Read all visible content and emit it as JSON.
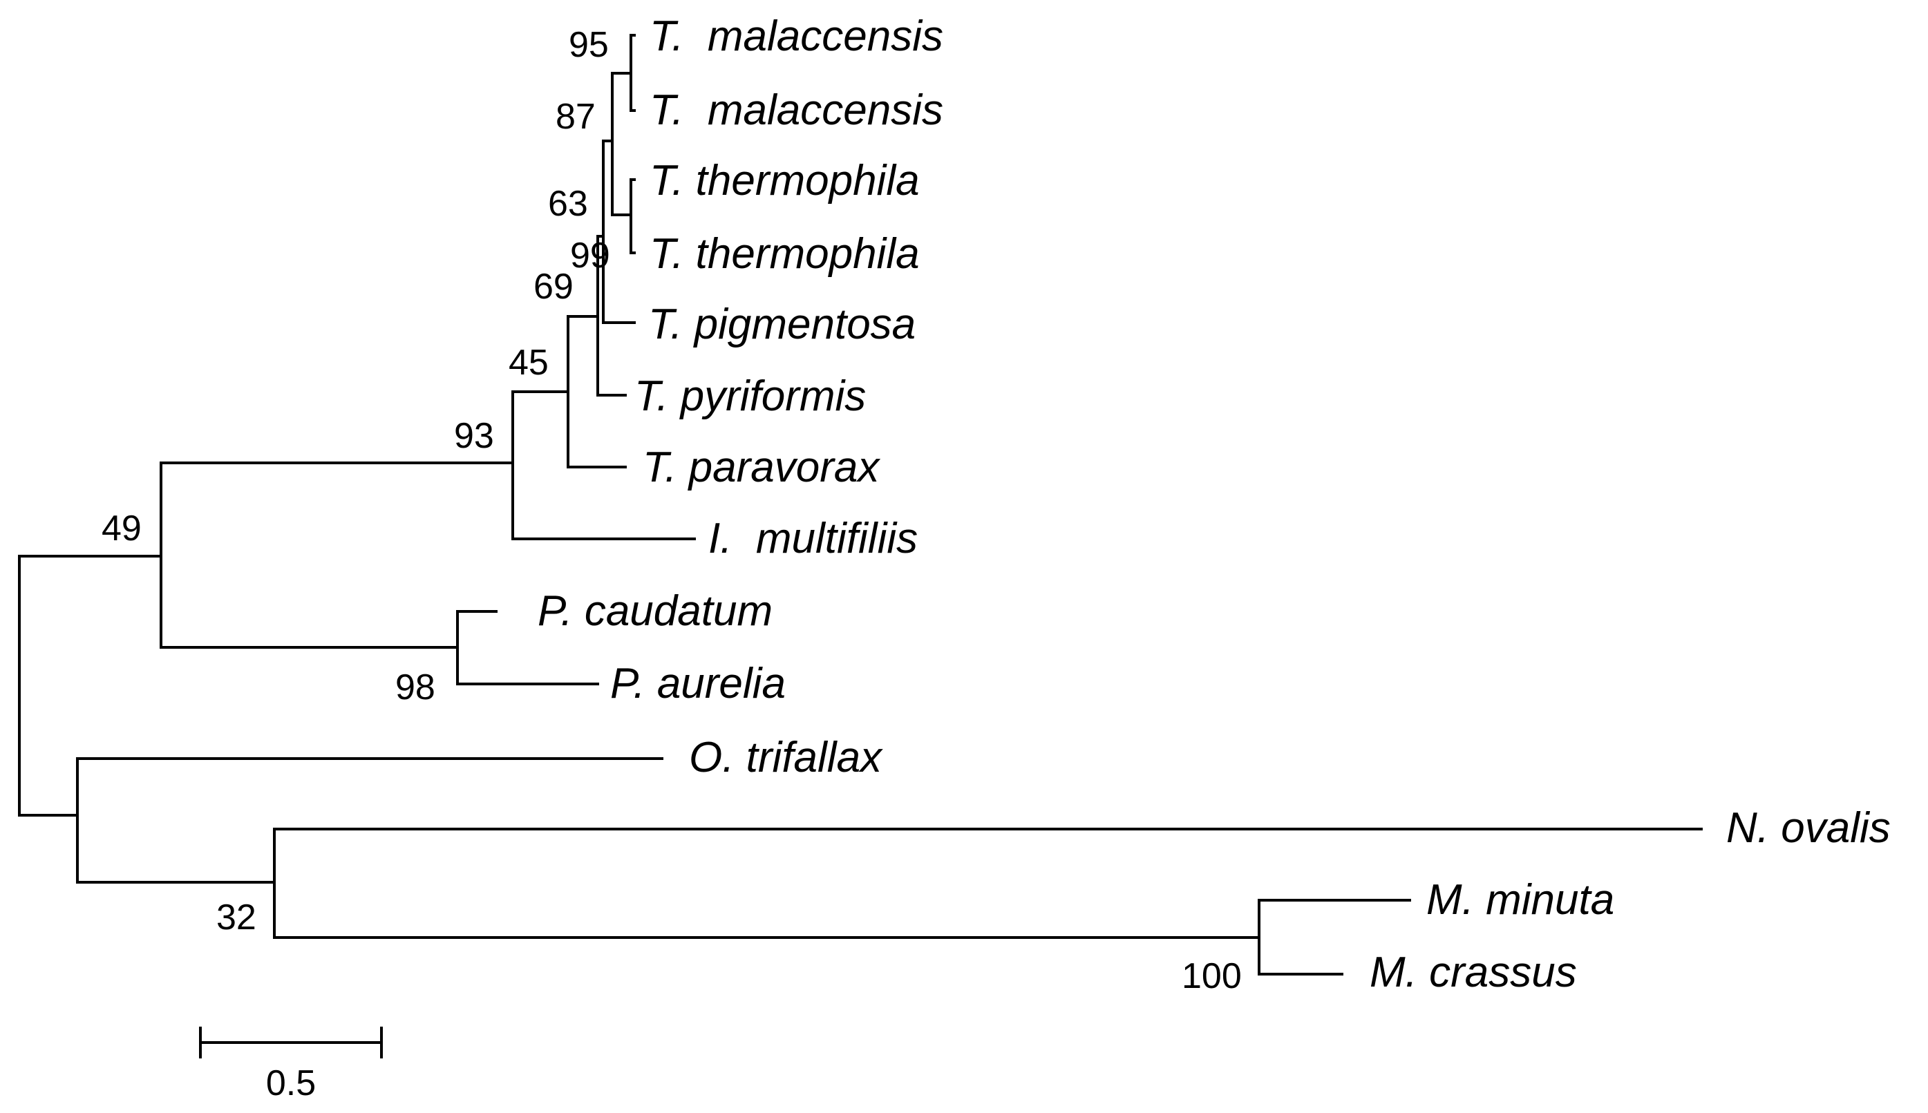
{
  "tree": {
    "taxa": [
      "T.  malaccensis",
      "T.  malaccensis",
      "T. thermophila",
      "T. thermophila",
      "T. pigmentosa",
      "T. pyriformis",
      "T. paravorax",
      "I.  multifiliis",
      "P. caudatum",
      "P. aurelia",
      "O. trifallax",
      "N. ovalis",
      "M. minuta",
      "M. crassus"
    ],
    "support_values": [
      "95",
      "87",
      "63",
      "99",
      "69",
      "45",
      "93",
      "49",
      "98",
      "32",
      "100"
    ],
    "scale_bar_label": "0.5",
    "branch_color": "#000000",
    "text_color": "#000000"
  }
}
